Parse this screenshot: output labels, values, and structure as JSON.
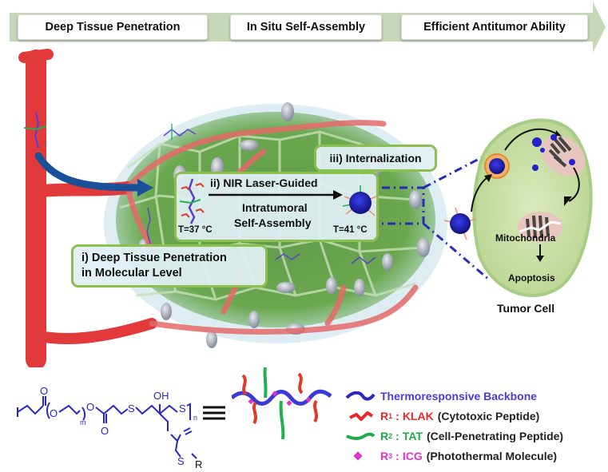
{
  "stages": [
    {
      "label": "Deep Tissue Penetration"
    },
    {
      "label": "In Situ Self-Assembly"
    },
    {
      "label": "Efficient Antitumor Ability"
    }
  ],
  "steps": {
    "i": {
      "line1": "i) Deep Tissue Penetration",
      "line2": "in Molecular Level"
    },
    "ii": {
      "line1": "ii) NIR Laser-Guided",
      "line2": "Intratumoral",
      "line3": "Self-Assembly",
      "temp_start": "T=37 °C",
      "temp_end": "T=41 °C"
    },
    "iii": {
      "label": "iii) Internalization"
    }
  },
  "tumor_cell": {
    "organelle": "Mitochondria",
    "outcome": "Apoptosis",
    "title": "Tumor Cell"
  },
  "structure": {
    "carbonyl": "O",
    "ester_o": "O",
    "ester_o2": "O",
    "ester_o3": "O",
    "hydroxyl": "OH",
    "sulfur1": "S",
    "sulfur2": "S",
    "sulfur3": "S",
    "repeat_m": "m",
    "repeat_n": "n",
    "r_group": "R"
  },
  "legend": [
    {
      "prefix": "",
      "name": "Thermoresponsive Backbone",
      "desc": "",
      "color": "#4b3bd6"
    },
    {
      "prefix": "R",
      "sub": "1",
      "name": "KLAK",
      "desc": "(Cytotoxic  Peptide)",
      "color": "#e8272a"
    },
    {
      "prefix": "R",
      "sub": "2",
      "name": "TAT",
      "desc": "(Cell-Penetrating Peptide)",
      "color": "#1faa4a"
    },
    {
      "prefix": "R",
      "sub": "3",
      "name": "ICG",
      "desc": "(Photothermal Molecule)",
      "color": "#e033c8"
    }
  ],
  "colors": {
    "vessel": "#e23a3a",
    "tissue": "#6aa84f",
    "box_border": "#8cc04e",
    "chem": "#2a27c9",
    "arrow_band": "#c6d8b7"
  }
}
